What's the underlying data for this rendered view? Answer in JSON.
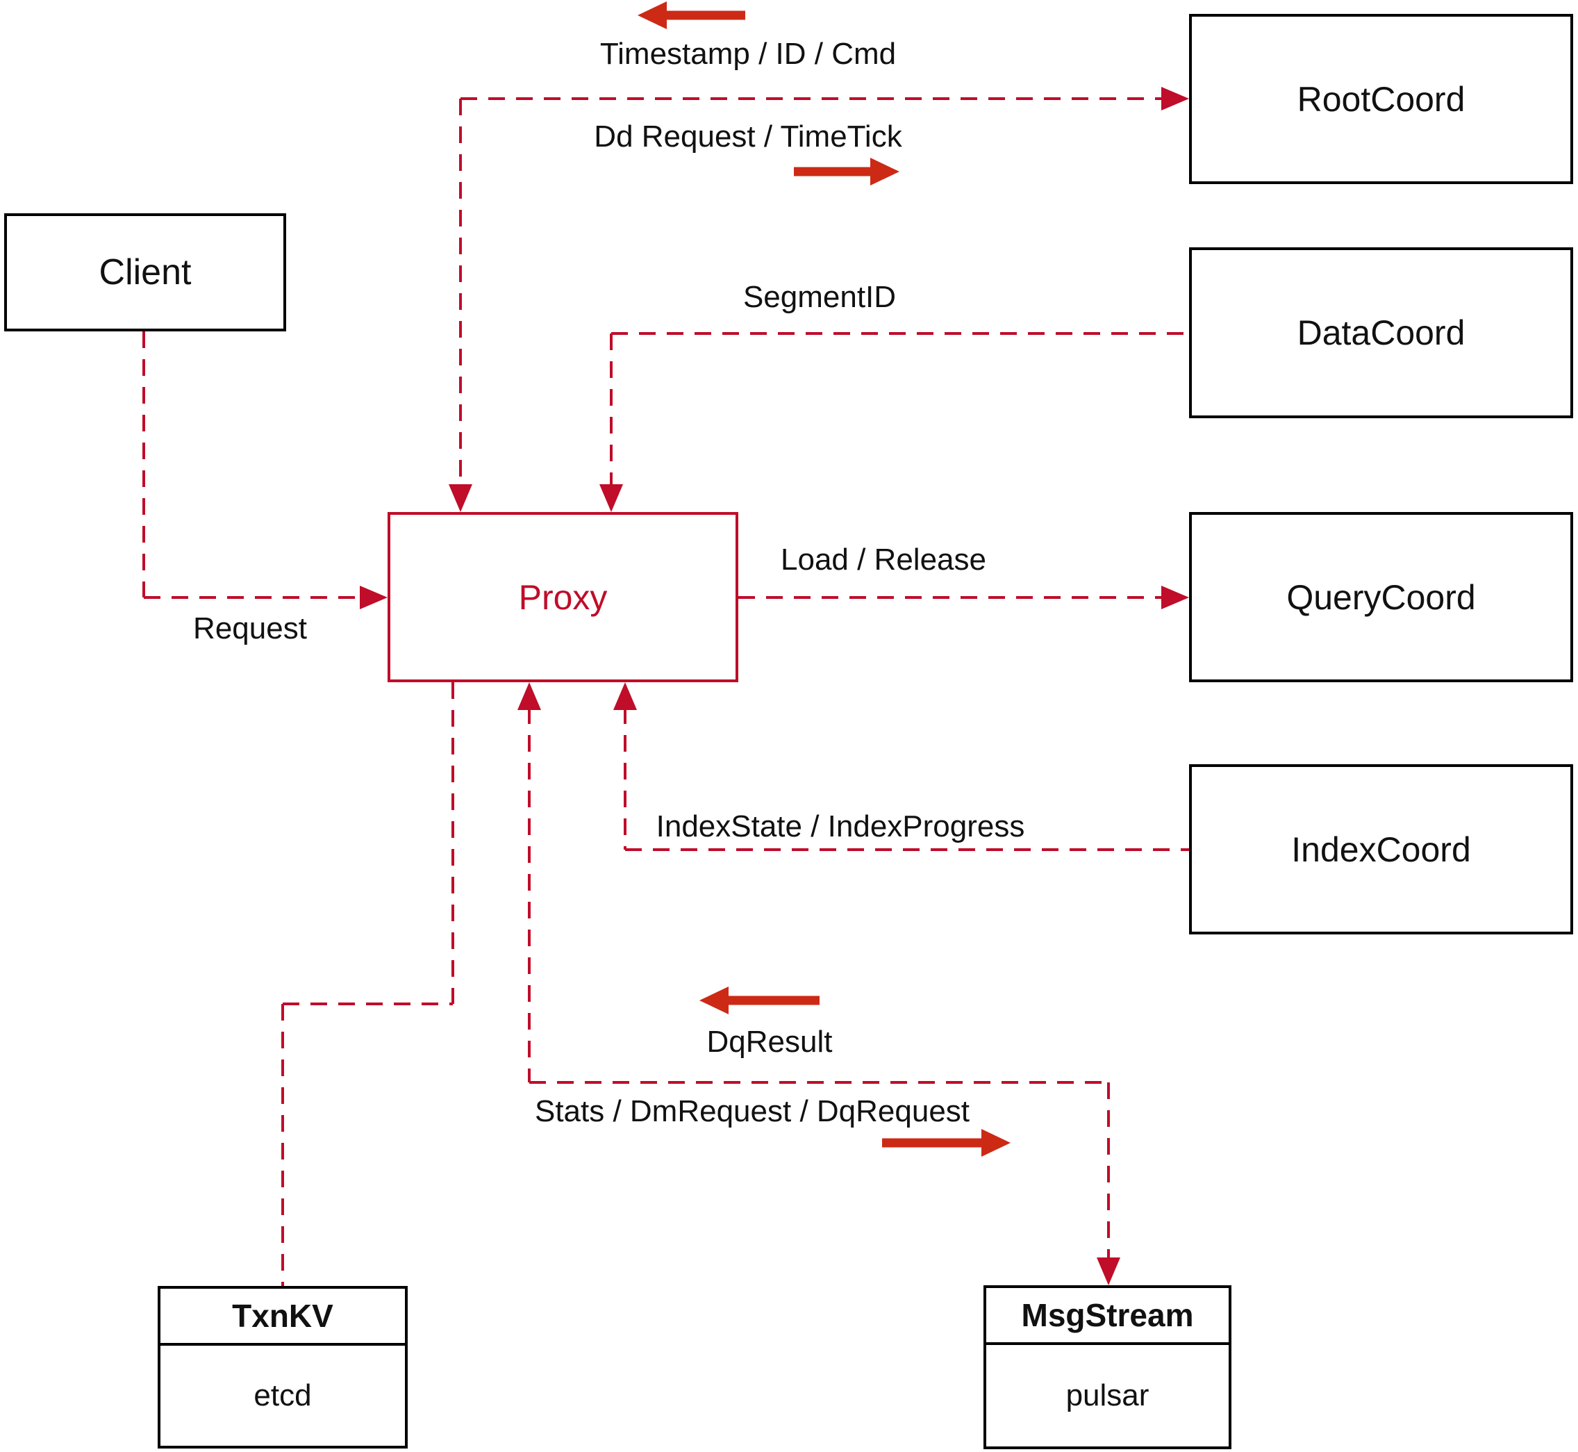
{
  "diagram": {
    "nodes": {
      "client": {
        "label": "Client"
      },
      "proxy": {
        "label": "Proxy"
      },
      "root_coord": {
        "label": "RootCoord"
      },
      "data_coord": {
        "label": "DataCoord"
      },
      "query_coord": {
        "label": "QueryCoord"
      },
      "index_coord": {
        "label": "IndexCoord"
      },
      "txn_kv": {
        "title": "TxnKV",
        "impl": "etcd"
      },
      "msg_stream": {
        "title": "MsgStream",
        "impl": "pulsar"
      }
    },
    "edge_labels": {
      "timestamp_id_cmd": "Timestamp / ID / Cmd",
      "dd_request_timetick": "Dd Request / TimeTick",
      "segment_id": "SegmentID",
      "load_release": "Load / Release",
      "index_state_progress": "IndexState / IndexProgress",
      "dq_result": "DqResult",
      "stats_dm_dq": "Stats / DmRequest / DqRequest",
      "request": "Request"
    },
    "colors": {
      "connector_red": "#bf0d2a",
      "arrow_red": "#cc2a15",
      "box_border": "#000000",
      "label_text": "#111111"
    }
  }
}
